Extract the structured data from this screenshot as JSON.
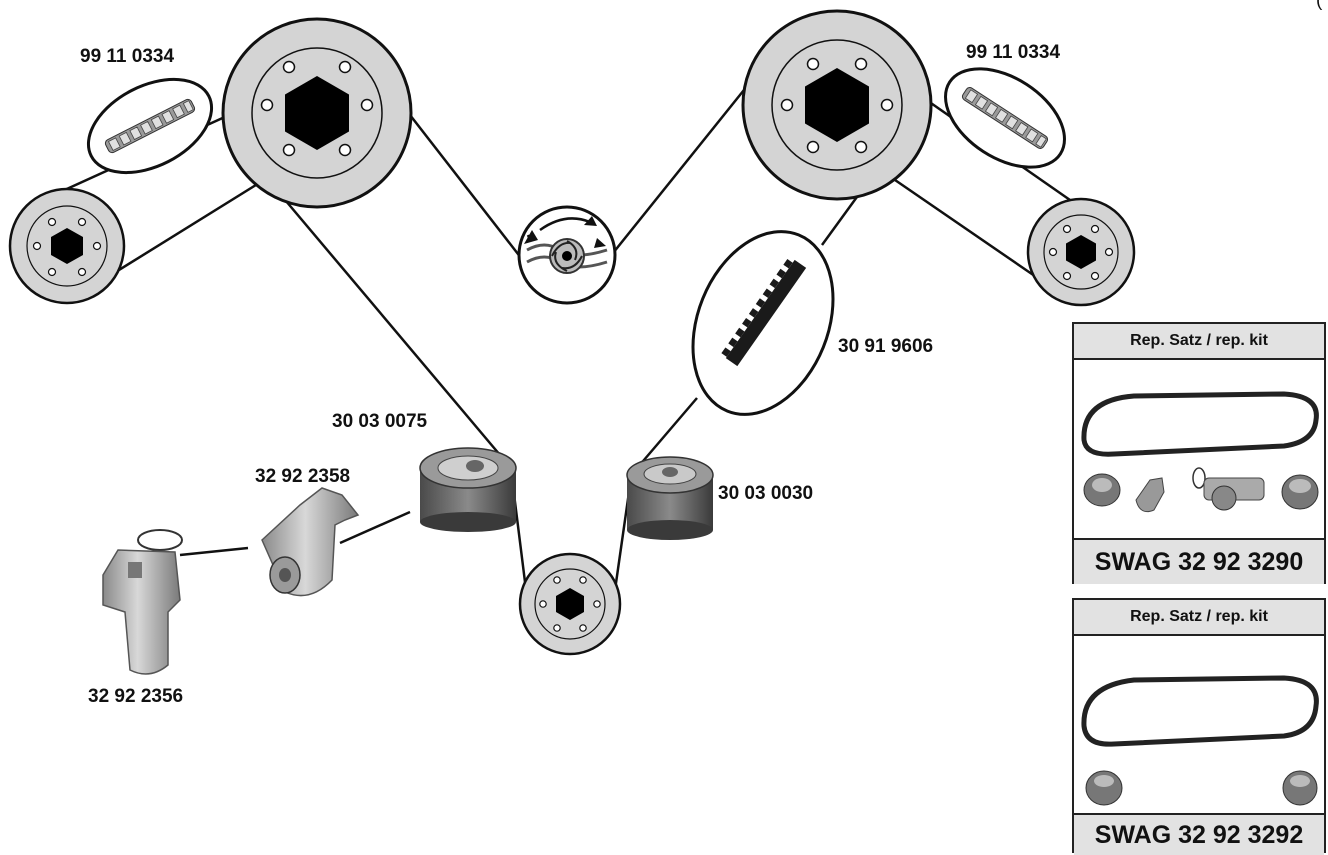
{
  "labels": {
    "chain_left": "99 11 0334",
    "chain_right": "99 11 0334",
    "belt_segment": "30 91 9606",
    "idler_left": "30 03 0075",
    "idler_right": "30 03 0030",
    "tensioner_arm": "32 92 2358",
    "tensioner_damper": "32 92 2356"
  },
  "kits": [
    {
      "header": "Rep. Satz / rep. kit",
      "code": "SWAG 32 92 3290"
    },
    {
      "header": "Rep. Satz / rep. kit",
      "code": "SWAG 32 92 3292"
    }
  ],
  "corner_glyph": "(",
  "colors": {
    "pulley": "#d4d4d4",
    "hub": "#000000",
    "part": "#b8b8b8",
    "header": "#e2e2e2"
  }
}
